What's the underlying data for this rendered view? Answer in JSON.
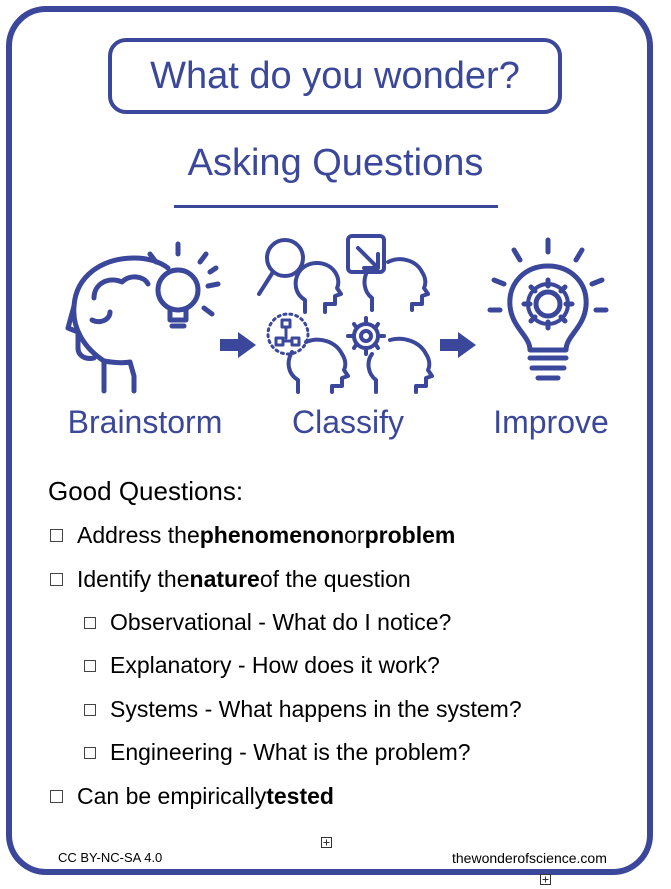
{
  "title": "What do you wonder?",
  "subtitle": "Asking Questions",
  "stages": [
    "Brainstorm",
    "Classify",
    "Improve"
  ],
  "heading": "Good Questions:",
  "checklist": [
    {
      "pre": "Address the ",
      "b1": "phenomenon",
      "mid": " or ",
      "b2": "problem"
    },
    {
      "pre": "Identify the ",
      "b1": "nature",
      "mid": " of the question"
    },
    {
      "text": "Observational - What do I notice?"
    },
    {
      "text": "Explanatory - How does it work?"
    },
    {
      "text": "Systems - What happens in the system?"
    },
    {
      "text": "Engineering - What is the problem?"
    },
    {
      "pre": "Can be empirically ",
      "b1": "tested"
    }
  ],
  "footer": {
    "license": "CC BY-NC-SA 4.0",
    "site": "thewonderofscience.com"
  },
  "colors": {
    "accent": "#3a479a"
  },
  "icons": [
    "head-lightbulb-icon",
    "arrow-right-icon",
    "magnifier-head-icon",
    "arrow-box-head-icon",
    "flowchart-head-icon",
    "gear-head-icon",
    "gear-lightbulb-icon"
  ]
}
